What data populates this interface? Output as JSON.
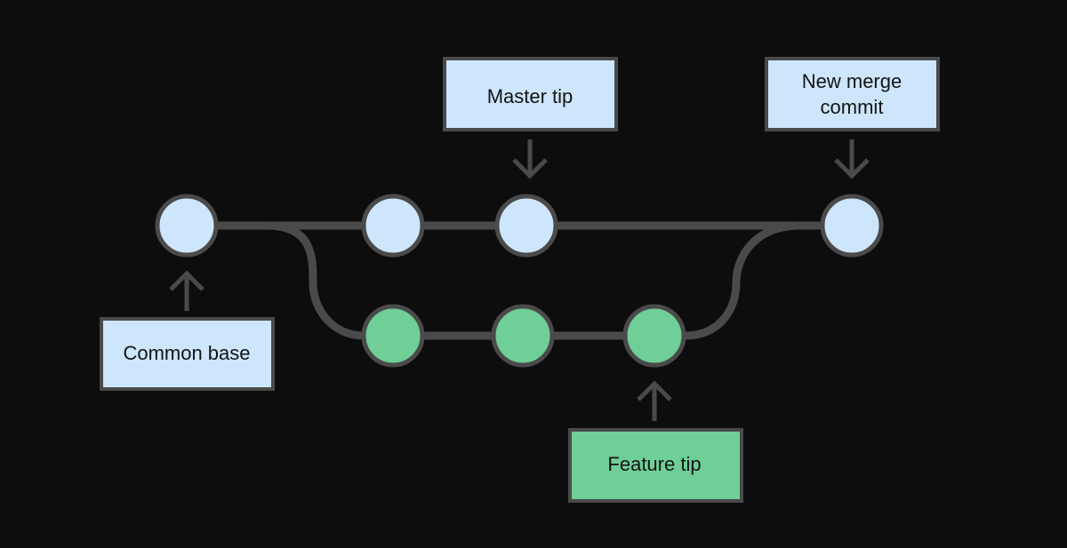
{
  "diagram": {
    "labels": {
      "master_tip": "Master tip",
      "merge_commit_line1": "New merge",
      "merge_commit_line2": "commit",
      "common_base": "Common base",
      "feature_tip": "Feature tip"
    },
    "colors": {
      "background": "#0d0d0d",
      "master_fill": "#cde6fb",
      "feature_fill": "#6fcf97",
      "stroke": "#4a4a4a",
      "label_text": "#141414"
    },
    "branches": {
      "master_commits": 4,
      "feature_commits": 3
    }
  }
}
